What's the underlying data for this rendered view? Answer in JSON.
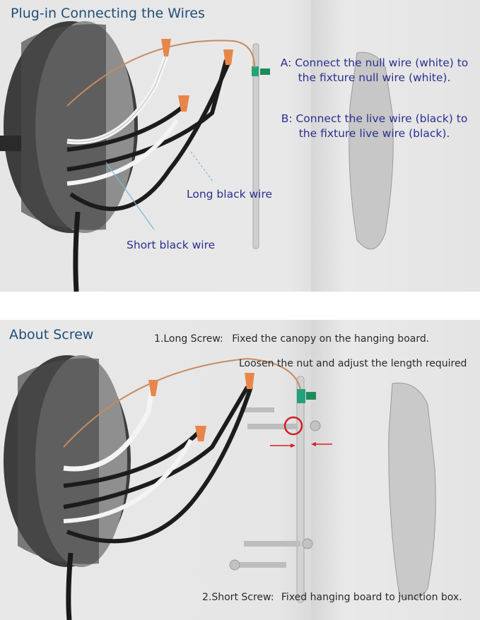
{
  "top_panel": {
    "title": "Plug-in Connecting the Wires",
    "instruction_a_line1": "A: Connect the null wire (white) to",
    "instruction_a_line2": "the fixture null wire (white).",
    "instruction_b_line1": "B: Connect the live wire (black) to",
    "instruction_b_line2": "the fixture live wire (black).",
    "label_long_wire": "Long black wire",
    "label_short_wire": "Short black wire"
  },
  "bottom_panel": {
    "title": "About Screw",
    "long_screw_label": "1.Long Screw:",
    "long_screw_desc": "Fixed the canopy on the hanging board.",
    "nut_note": "Loosen the nut and adjust the length required",
    "short_screw_label": "2.Short Screw:",
    "short_screw_desc": "Fixed hanging board to junction box."
  },
  "colors": {
    "title_blue": "#1f4f78",
    "instruction_blue": "#2b2f8f",
    "wire_nut_orange": "#e8864a",
    "copper_wire": "#c98a5e",
    "terminal_green": "#1f8a5a",
    "highlight_red": "#d42020",
    "leader_line": "#7fb6d6"
  }
}
